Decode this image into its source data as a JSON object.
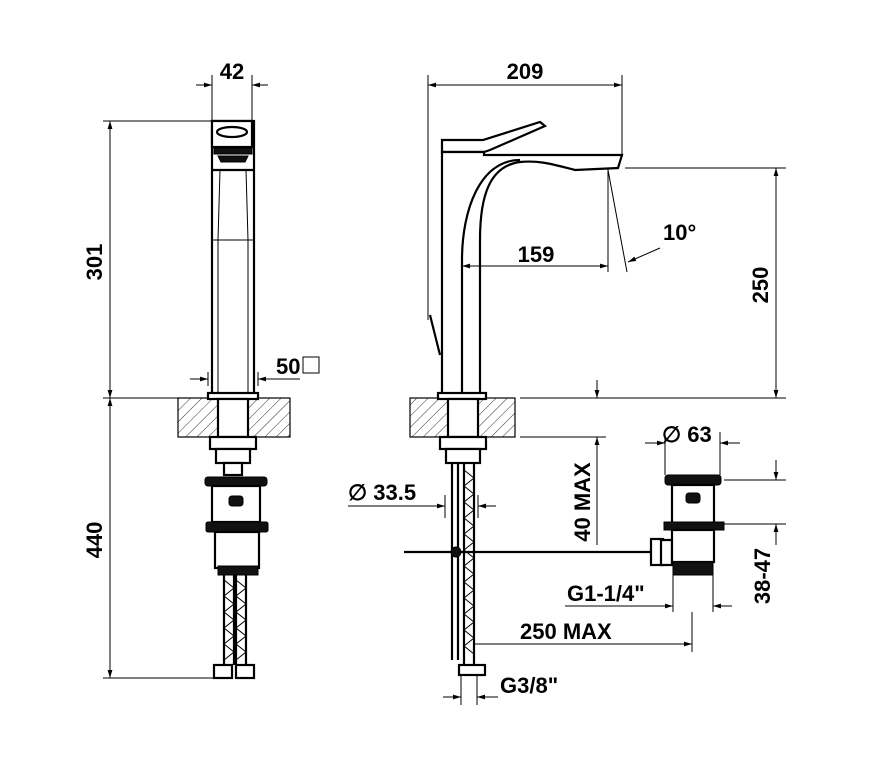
{
  "title": "Basin mixer technical drawing",
  "colors": {
    "line": "#000000",
    "background": "#ffffff"
  },
  "dimensions": {
    "front_width": "42",
    "front_height": "301",
    "below_deck_length": "440",
    "base_square": "50",
    "spout_width": "209",
    "spout_reach": "159",
    "spout_angle": "10°",
    "spout_height": "250",
    "deck_thickness": "40 MAX",
    "hose_diameter": "∅ 33.5",
    "waste_diameter": "∅ 63",
    "waste_range": "38-47",
    "waste_thread": "G1-1/4\"",
    "rod_length": "250 MAX",
    "hose_thread": "G3/8\""
  }
}
